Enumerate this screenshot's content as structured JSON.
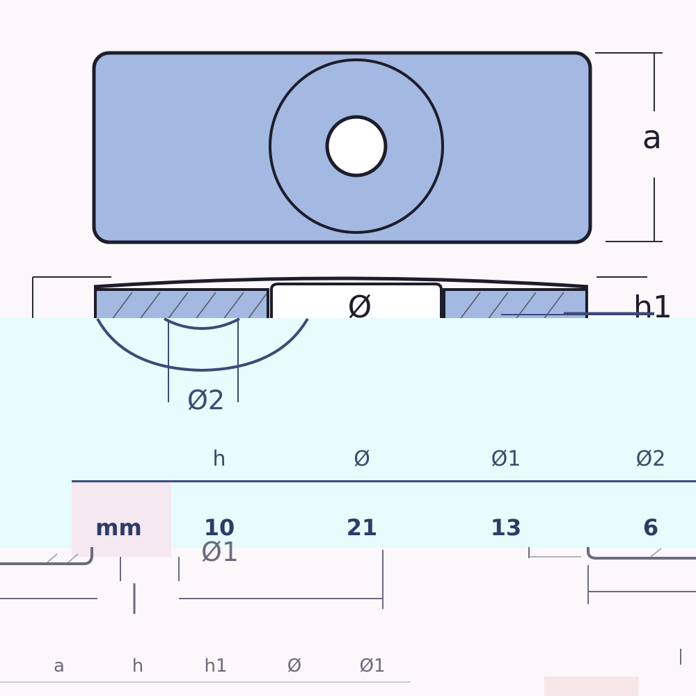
{
  "drawing": {
    "label_a": "a",
    "label_h1": "h1",
    "label_diameter": "Ø",
    "label_diameter2": "Ø2",
    "label_diameter1_partial": "Ø1",
    "fill_color": "#a3b9e1",
    "outline_color": "#1d1d2b"
  },
  "table": {
    "headers": [
      "h",
      "Ø",
      "Ø1",
      "Ø2"
    ],
    "unit": "mm",
    "values": [
      "10",
      "21",
      "13",
      "6"
    ],
    "panel_color": "#e6fcfd",
    "rule_color": "#3a4c7a"
  },
  "bottom_table": {
    "headers": [
      "a",
      "h",
      "h1",
      "Ø",
      "Ø1"
    ]
  }
}
